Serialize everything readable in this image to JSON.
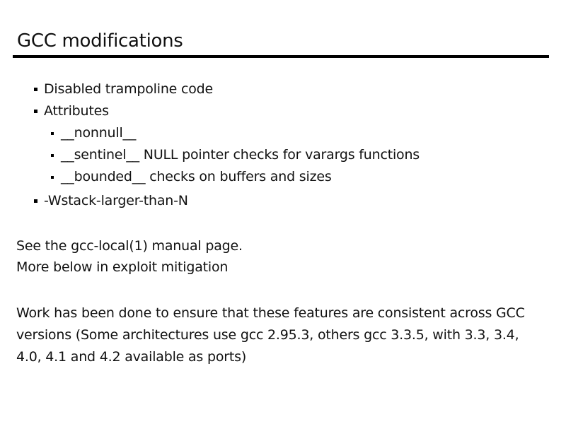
{
  "slide": {
    "title": "GCC modifications",
    "bullets": [
      {
        "text": "Disabled trampoline code"
      },
      {
        "text": "Attributes"
      },
      {
        "text": "__nonnull__"
      },
      {
        "text": "__sentinel__ NULL pointer checks for varargs functions"
      },
      {
        "text": "__bounded__ checks on buffers and sizes"
      },
      {
        "text": "-Wstack-larger-than-N"
      }
    ],
    "paragraph1": [
      "See the gcc-local(1) manual page.",
      "More below in exploit mitigation"
    ],
    "paragraph2": "Work has been done to ensure that these features are consistent across GCC versions (Some architectures use gcc 2.95.3, others gcc 3.3.5, with 3.3, 3.4, 4.0, 4.1 and 4.2 available as ports)"
  }
}
